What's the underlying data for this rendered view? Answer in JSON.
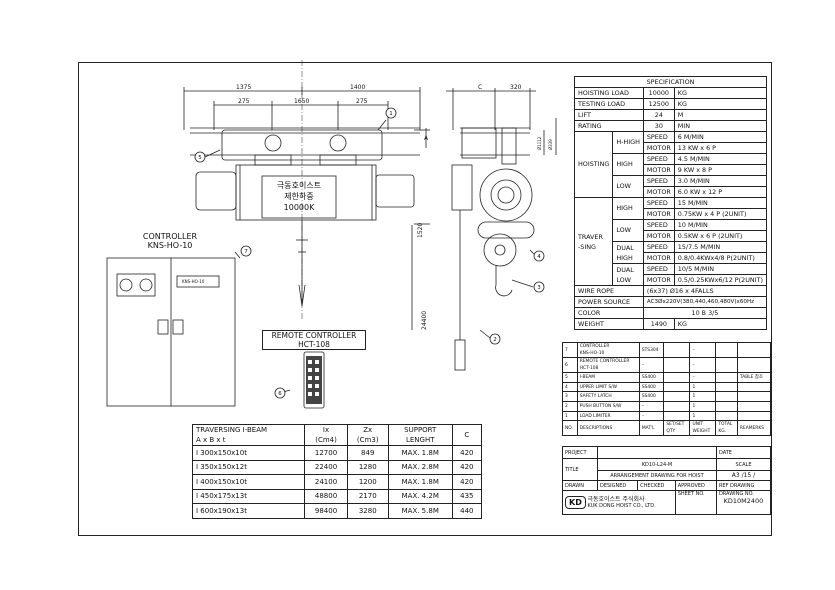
{
  "dimensions": {
    "d1375": "1375",
    "d1400": "1400",
    "d275a": "275",
    "d1650": "1650",
    "d275b": "275",
    "dc": "C",
    "d320": "320",
    "d1520": "1520",
    "d24400": "24400",
    "da": "A",
    "dd1": "Ø1112",
    "dd2": "Ø339"
  },
  "hoist_plate": {
    "company": "극동호이스트",
    "load_label": "제한하중",
    "load": "10000K"
  },
  "controller": {
    "title": "CONTROLLER",
    "model": "KNS-HO-10",
    "panel_tag": "KNS-HO-10"
  },
  "remote": {
    "title": "REMOTE CONTROLLER",
    "model": "HCT-108"
  },
  "balloons": [
    "1",
    "2",
    "3",
    "4",
    "5",
    "6",
    "7"
  ],
  "spec": {
    "header": "SPECIFICATION",
    "hoisting_load": {
      "label": "HOISTING LOAD",
      "value": "10000",
      "unit": "KG"
    },
    "testing_load": {
      "label": "TESTING LOAD",
      "value": "12500",
      "unit": "KG"
    },
    "lift": {
      "label": "LIFT",
      "value": "24",
      "unit": "M"
    },
    "rating": {
      "label": "RATING",
      "value": "30",
      "unit": "MIN"
    },
    "hoisting": "HOISTING",
    "h_high": "H-HIGH",
    "high": "HIGH",
    "low": "LOW",
    "speed": "SPEED",
    "motor": "MOTOR",
    "h_high_speed": "6  M/MIN",
    "h_high_motor": "13 KW x 6 P",
    "high_speed": "4.5  M/MIN",
    "high_motor": "9 KW x 8 P",
    "low_speed": "3.0  M/MIN",
    "low_motor": "6.0 KW x  12 P",
    "traversing": "TRAVER\n-SING",
    "t_high": "HIGH",
    "t_low": "LOW",
    "t_dual_high": "DUAL\nHIGH",
    "t_dual_low": "DUAL\nLOW",
    "t_high_speed": "15  M/MIN",
    "t_high_motor": "0.75KW x 4 P  (2UNIT)",
    "t_low_speed": "10  M/MIN",
    "t_low_motor": "0.5KW x 6 P  (2UNIT)",
    "t_dh_speed": "15/7.5  M/MIN",
    "t_dh_motor": "0.8/0.4KWx4/8 P(2UNIT)",
    "t_dl_speed": "10/5  M/MIN",
    "t_dl_motor": "0.5/0.25KWx6/12 P(2UNIT)",
    "wire_rope": {
      "label": "WIRE ROPE",
      "value": "(6x37) Ø16 x 4FALLS"
    },
    "power_source": {
      "label": "POWER SOURCE",
      "value": "AC3Øx220V(380,440,460,480V)x60Hz"
    },
    "color": {
      "label": "COLOR",
      "value": "10 B 3/5"
    },
    "weight": {
      "label": "WEIGHT",
      "value": "1490",
      "unit": "KG"
    }
  },
  "ibeam_table": {
    "headers": [
      "TRAVERSING I-BEAM\nA x B x t",
      "Ix\n(Cm4)",
      "Zx\n(Cm3)",
      "SUPPORT\nLENGHT",
      "C"
    ],
    "rows": [
      [
        "I  300x150x10t",
        "12700",
        "849",
        "MAX. 1.8M",
        "420"
      ],
      [
        "I  350x150x12t",
        "22400",
        "1280",
        "MAX. 2.8M",
        "420"
      ],
      [
        "I  400x150x10t",
        "24100",
        "1200",
        "MAX. 1.8M",
        "420"
      ],
      [
        "I  450x175x13t",
        "48800",
        "2170",
        "MAX. 4.2M",
        "435"
      ],
      [
        "I  600x190x13t",
        "98400",
        "3280",
        "MAX. 5.8M",
        "440"
      ]
    ]
  },
  "parts_list": {
    "rows": [
      [
        "7",
        "CONTROLLER\nKNS-HO-10",
        "STS304",
        "",
        "–",
        ""
      ],
      [
        "6",
        "REMOTE CONTROLLER\nHCT-108",
        "–",
        "",
        "–",
        ""
      ],
      [
        "5",
        "I-BEAM",
        "SS400",
        "",
        "–",
        "TABLE 참조"
      ],
      [
        "4",
        "UPPER LIMIT S/W",
        "SS400",
        "",
        "1",
        ""
      ],
      [
        "3",
        "SAFETY LATCH",
        "SS400",
        "",
        "1",
        ""
      ],
      [
        "2",
        "PUSH BUTTON S/W",
        "–",
        "",
        "1",
        ""
      ],
      [
        "1",
        "LOAD LIMITER",
        "–",
        "",
        "1",
        ""
      ]
    ],
    "headers": [
      "NO.",
      "DESCRIPTIONS",
      "MAT'L",
      "SET/SET\nQTY",
      "UNIT\nWEIGHT",
      "TOTAL\nKG.",
      "REAMERKS"
    ]
  },
  "title_block": {
    "project_label": "PROJECT",
    "date_label": "DATE",
    "title_label": "TITLE",
    "title_code": "KD10-L24-M",
    "title_text": "ARRANGEMENT DRAWING FOR HOIST",
    "scale_label": "SCALE",
    "scale": "A3 /15  /",
    "drawn": "DRAWN",
    "designed": "DESIGNED",
    "checked": "CHECKED",
    "approved": "APPROVED",
    "ref_drawing": "REF DRAWING",
    "company_logo": "KD",
    "company_kr": "극동호이스트 주식회사",
    "company_en": "KUK DONG HOIST CO., LTD.",
    "sheet_label": "SHEET NO.",
    "drawing_label": "DRAWING NO.",
    "drawing_no": "KD10M2400"
  }
}
